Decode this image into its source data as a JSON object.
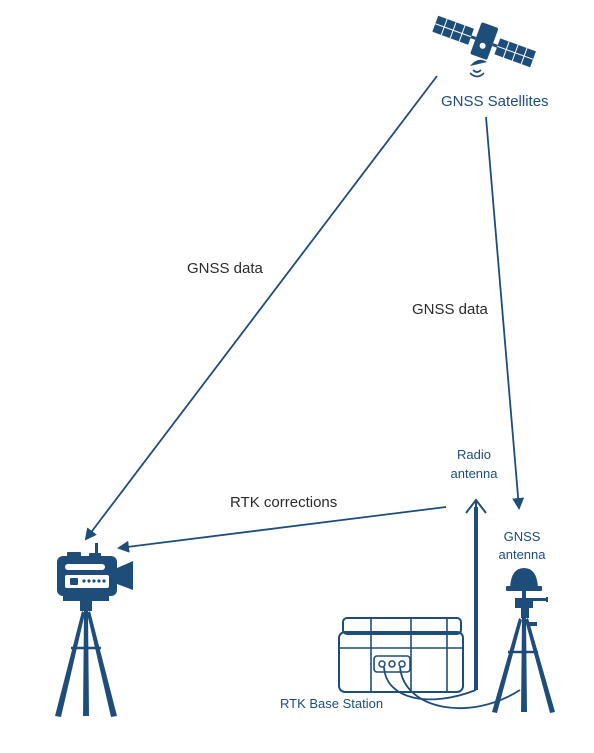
{
  "colors": {
    "primary": "#1f4d7a",
    "text": "#2b2b2b",
    "background": "#ffffff"
  },
  "nodes": {
    "satellites": {
      "label": "GNSS Satellites",
      "icon": "satellite-icon"
    },
    "radio_antenna": {
      "label_line1": "Radio",
      "label_line2": "antenna",
      "icon": "radio-antenna-icon"
    },
    "gnss_antenna": {
      "label_line1": "GNSS",
      "label_line2": "antenna",
      "icon": "gnss-antenna-icon"
    },
    "base_station": {
      "label": "RTK Base Station",
      "icon": "rtk-base-station-icon"
    },
    "rover": {
      "icon": "rover-receiver-icon"
    }
  },
  "edges": {
    "sat_to_rover": {
      "label": "GNSS data"
    },
    "sat_to_base": {
      "label": "GNSS data"
    },
    "base_to_rover": {
      "label": "RTK corrections"
    }
  }
}
